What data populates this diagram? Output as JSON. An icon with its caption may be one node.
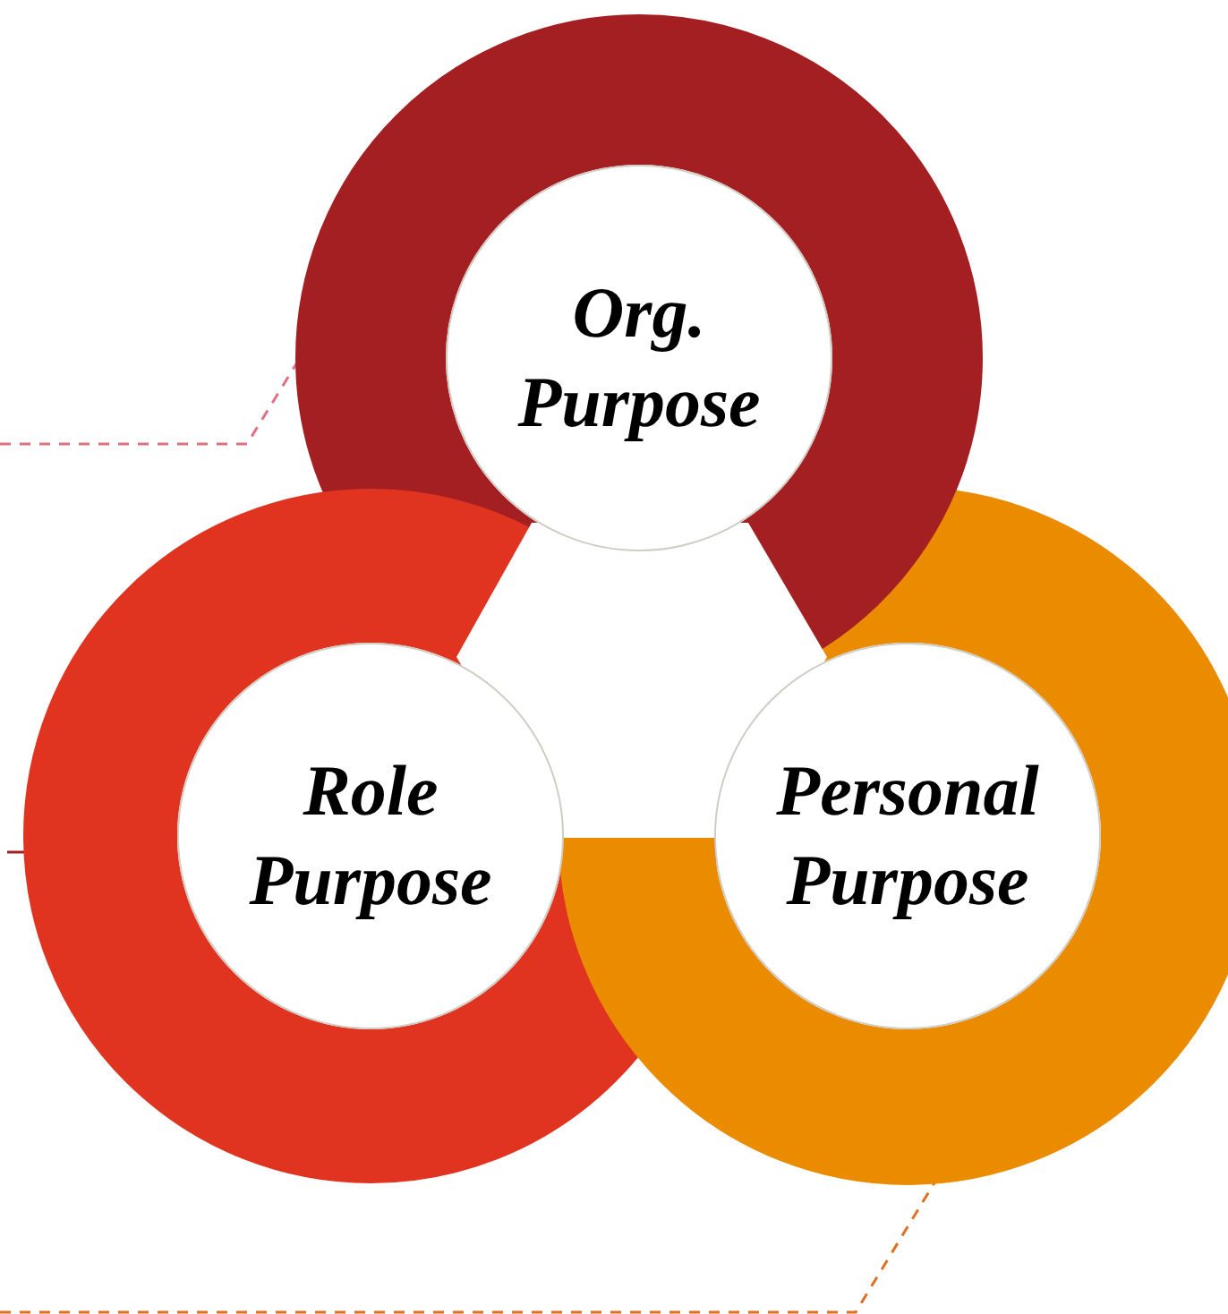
{
  "diagram": {
    "nodes": [
      {
        "text": [
          "Org. Purpose"
        ]
      },
      {
        "text": [
          "Role Purpose"
        ]
      },
      {
        "text": [
          "Personal Purpose"
        ]
      }
    ],
    "edges": [
      {
        "from": null,
        "to": 0,
        "arrow": "none",
        "style": "dashed",
        "color": "#e07080"
      },
      {
        "from": null,
        "to": 1,
        "arrow": "none",
        "color": "#a31f22"
      },
      {
        "from": null,
        "to": 2,
        "arrow": "none",
        "style": "dashed",
        "color": "#e07020"
      }
    ]
  }
}
